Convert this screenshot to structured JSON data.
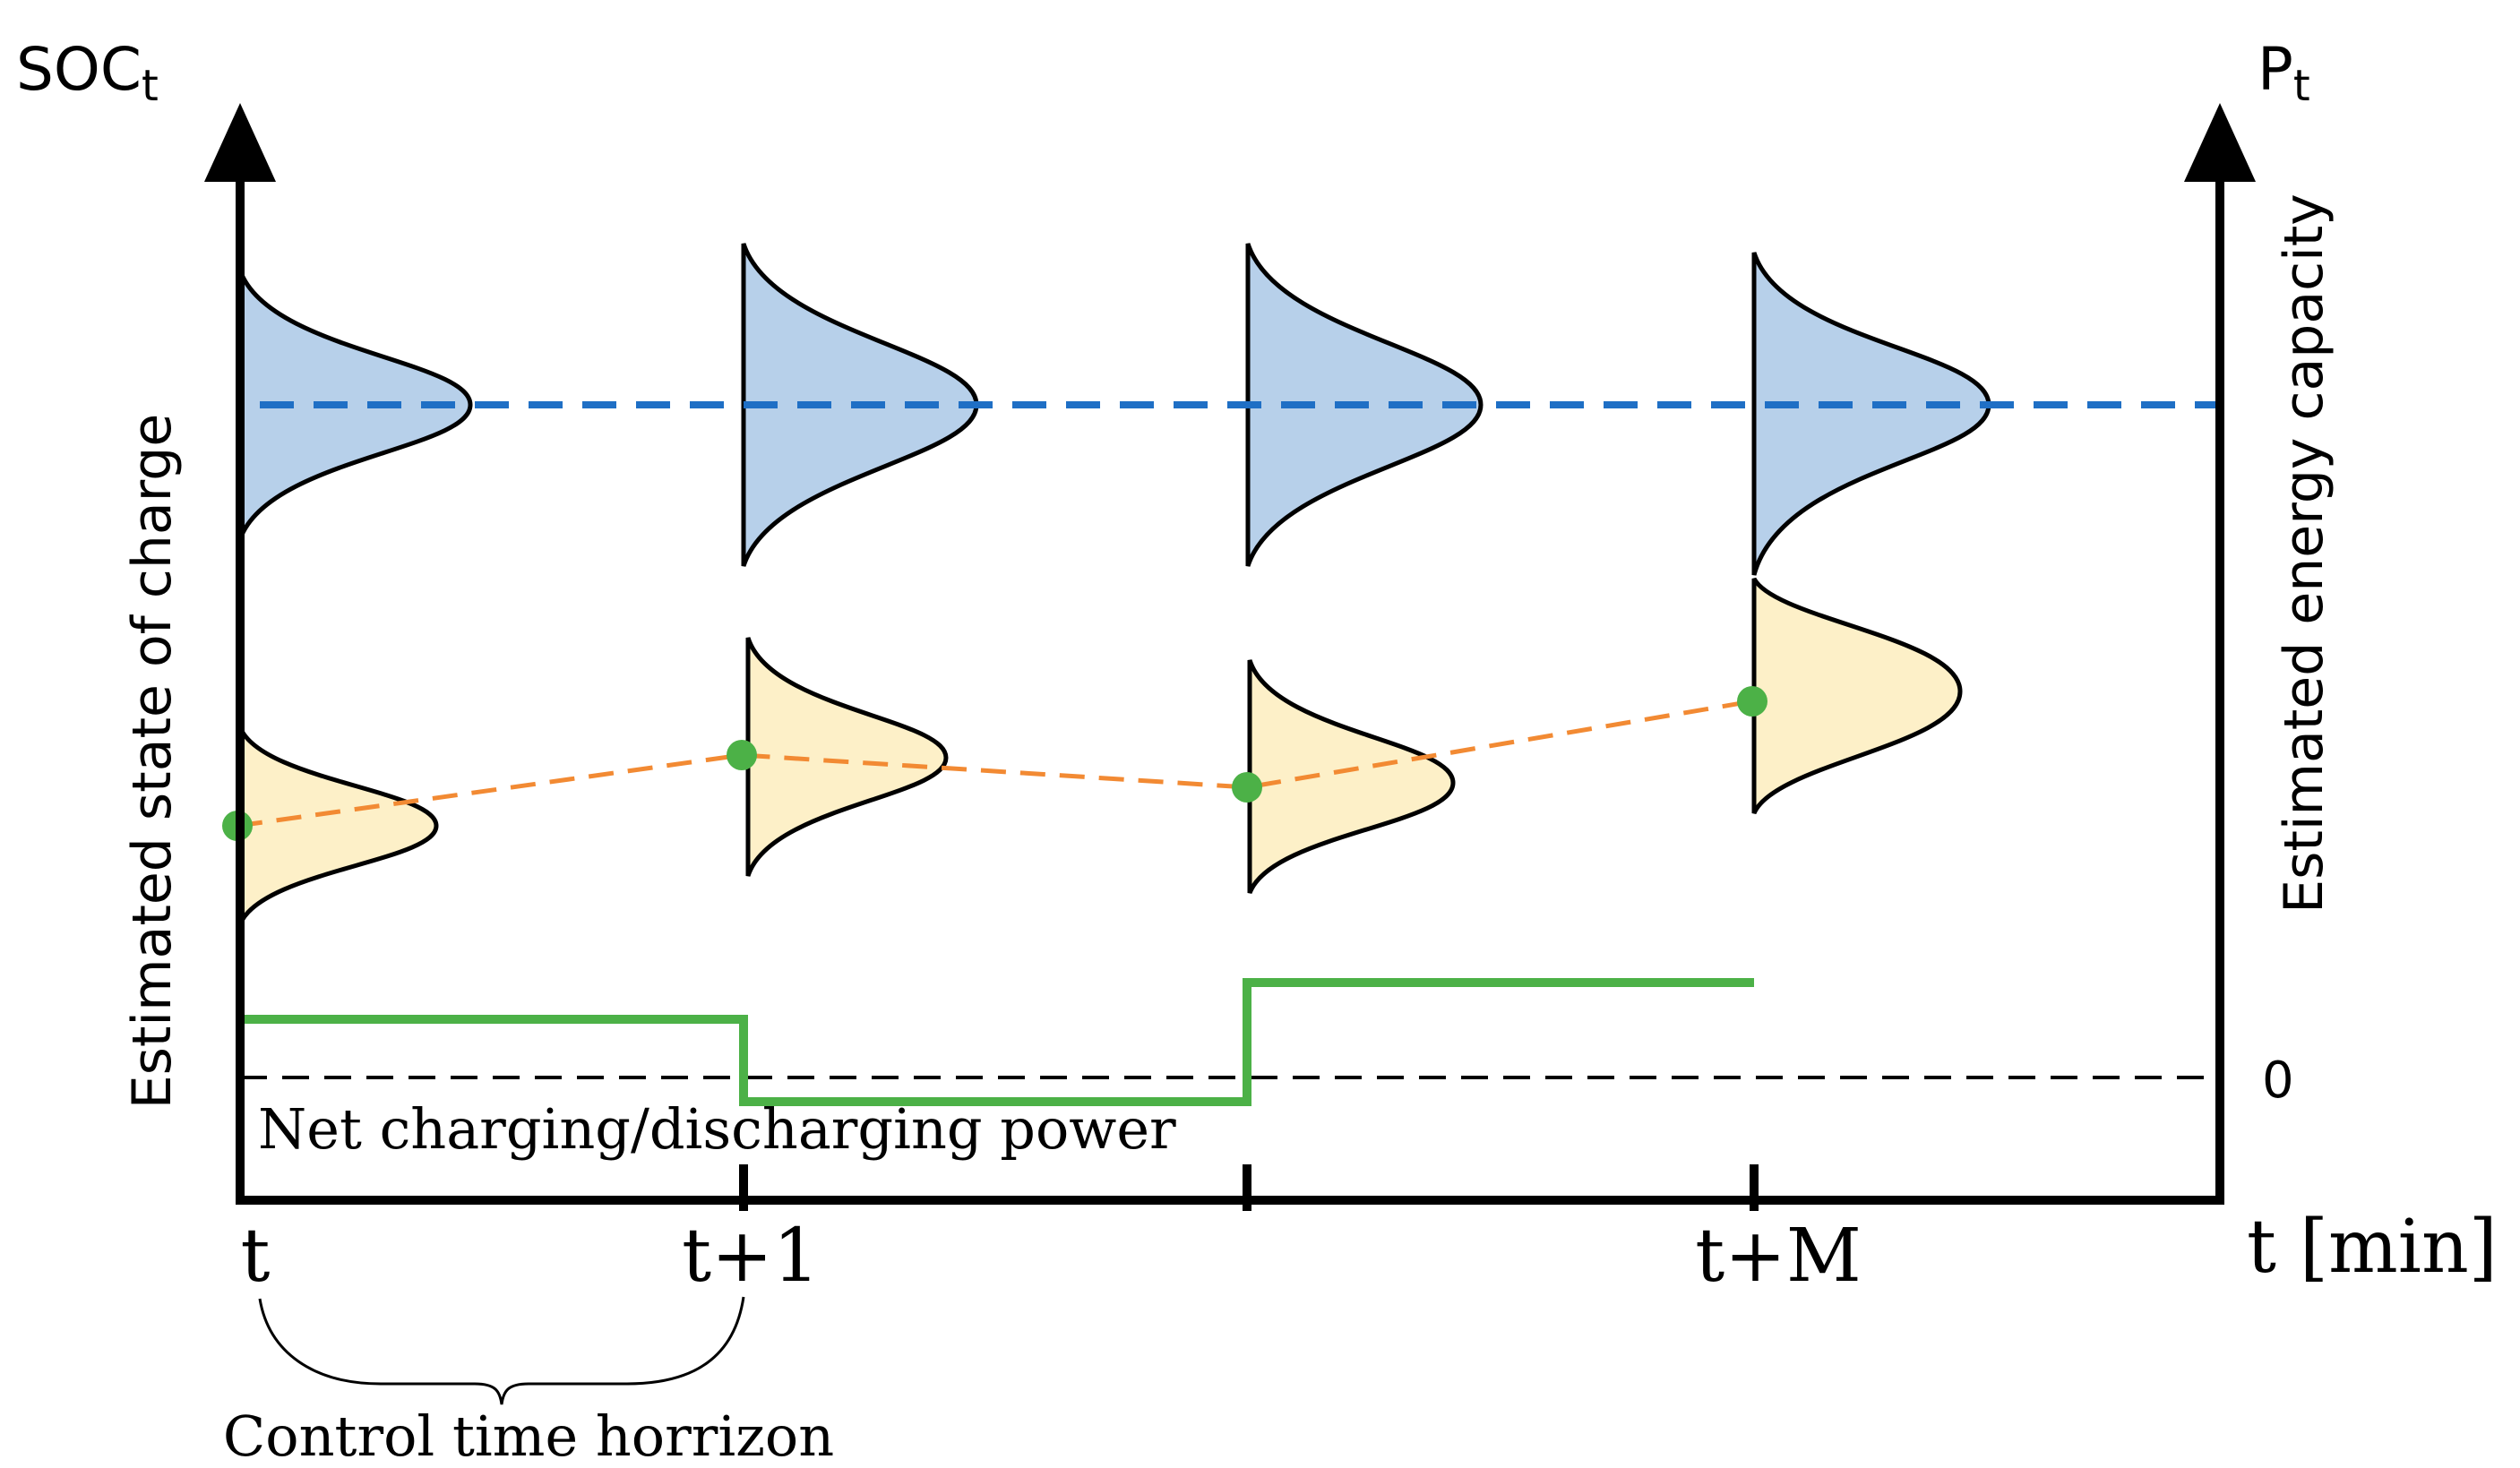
{
  "labels": {
    "left_axis_symbol": "SOC",
    "left_axis_subscript": "t",
    "right_axis_symbol": "P",
    "right_axis_subscript": "t",
    "left_axis_title": "Estimated state of charge",
    "right_axis_title": "Estimated energy capacity",
    "zero_label": "0",
    "x_axis_title": "t [min]",
    "ticks": [
      "t",
      "t+1",
      "t+M"
    ],
    "power_label": "Net charging/discharging power",
    "horizon_label": "Control time horrizon"
  },
  "colors": {
    "axis": "#000000",
    "capacity_fill": "#b7d0ea",
    "capacity_line": "#1f6fc5",
    "soc_fill": "#fdf0c8",
    "soc_line": "#f28a33",
    "power_line": "#4cb147",
    "soc_point": "#4cb147"
  }
}
